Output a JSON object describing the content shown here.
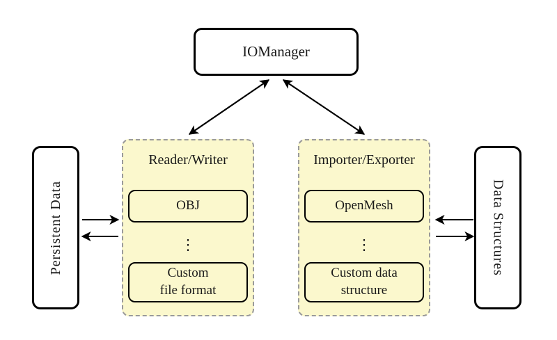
{
  "nodes": {
    "iomanager": "IOManager",
    "persistent_data": "Persistent Data",
    "data_structures": "Data Structures"
  },
  "groups": {
    "reader_writer": {
      "title": "Reader/Writer",
      "items": [
        {
          "label": "OBJ",
          "lines": [
            "OBJ"
          ]
        },
        {
          "label": "Custom file format",
          "lines": [
            "Custom",
            "file format"
          ]
        }
      ]
    },
    "importer_exporter": {
      "title": "Importer/Exporter",
      "items": [
        {
          "label": "OpenMesh",
          "lines": [
            "OpenMesh"
          ]
        },
        {
          "label": "Custom data structure",
          "lines": [
            "Custom data",
            "structure"
          ]
        }
      ]
    }
  },
  "icons": {
    "vertical_ellipsis": "⋮"
  },
  "connections": [
    {
      "from": "IOManager",
      "to": "Reader/Writer",
      "style": "double-arrow"
    },
    {
      "from": "IOManager",
      "to": "Importer/Exporter",
      "style": "double-arrow"
    },
    {
      "from": "Persistent Data",
      "to": "Reader/Writer",
      "style": "arrow"
    },
    {
      "from": "Reader/Writer",
      "to": "Persistent Data",
      "style": "arrow"
    },
    {
      "from": "Data Structures",
      "to": "Importer/Exporter",
      "style": "arrow"
    },
    {
      "from": "Importer/Exporter",
      "to": "Data Structures",
      "style": "arrow"
    }
  ],
  "colors": {
    "group_fill": "#fbf8cd",
    "group_border": "#9a9a9a",
    "node_fill": "#ffffff",
    "node_border": "#000000",
    "arrow": "#000000",
    "background": "#ffffff"
  }
}
